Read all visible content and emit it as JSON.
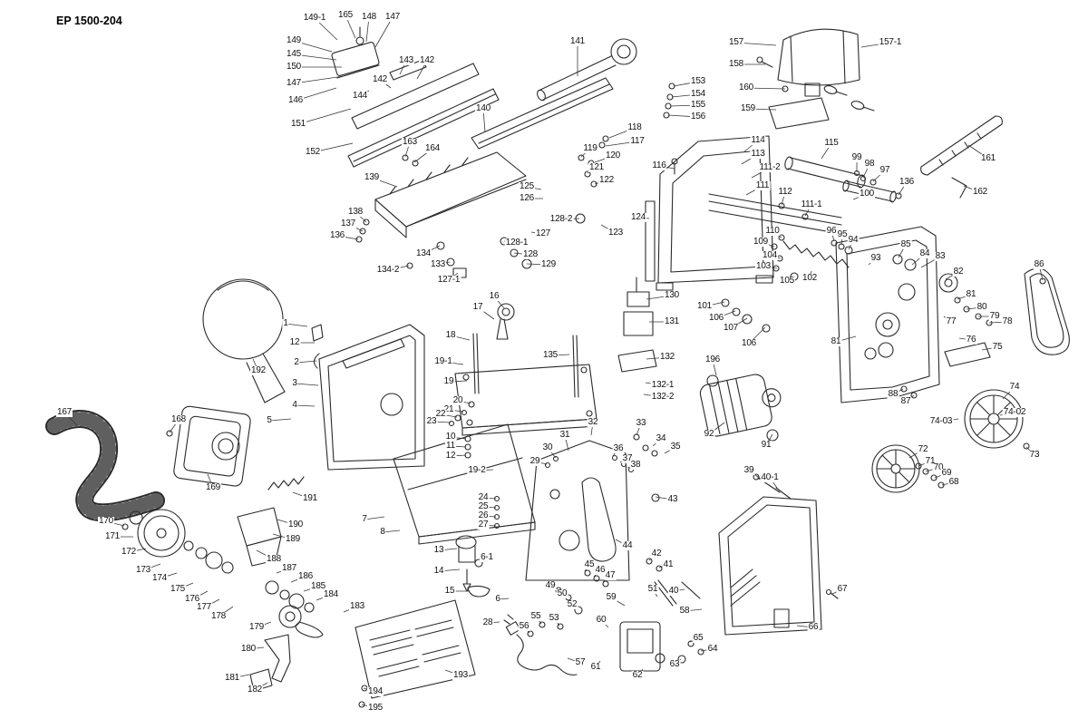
{
  "title": "EP 1500-204",
  "colors": {
    "ink": "#1a1a1a",
    "background": "#ffffff"
  },
  "diagram": {
    "label_columns": [
      "part_number",
      "x",
      "y",
      "leader_x",
      "leader_y"
    ],
    "labels": [
      [
        "149-1",
        347,
        20,
        372,
        44
      ],
      [
        "165",
        381,
        17,
        392,
        42
      ],
      [
        "148",
        407,
        19,
        404,
        46
      ],
      [
        "147",
        433,
        19,
        414,
        52
      ],
      [
        "149",
        324,
        45,
        366,
        57
      ],
      [
        "145",
        324,
        60,
        371,
        66
      ],
      [
        "150",
        324,
        74,
        377,
        74
      ],
      [
        "147",
        324,
        92,
        379,
        84
      ],
      [
        "146",
        326,
        111,
        371,
        97
      ],
      [
        "143",
        448,
        67,
        441,
        82
      ],
      [
        "142",
        471,
        67,
        460,
        87
      ],
      [
        "142",
        419,
        88,
        431,
        97
      ],
      [
        "144",
        397,
        106,
        407,
        100
      ],
      [
        "151",
        329,
        137,
        387,
        120
      ],
      [
        "152",
        345,
        168,
        389,
        158
      ],
      [
        "163",
        452,
        157,
        447,
        173
      ],
      [
        "164",
        477,
        164,
        457,
        179
      ],
      [
        "139",
        410,
        196,
        438,
        206
      ],
      [
        "141",
        637,
        46,
        637,
        84
      ],
      [
        "140",
        533,
        120,
        535,
        146
      ],
      [
        "118",
        700,
        141,
        672,
        152
      ],
      [
        "117",
        703,
        156,
        668,
        161
      ],
      [
        "119",
        651,
        164,
        641,
        173
      ],
      [
        "120",
        676,
        172,
        656,
        179
      ],
      [
        "121",
        658,
        185,
        648,
        191
      ],
      [
        "122",
        669,
        199,
        656,
        203
      ],
      [
        "125",
        581,
        206,
        597,
        209
      ],
      [
        "126",
        581,
        219,
        599,
        219
      ],
      [
        "128-2",
        619,
        242,
        639,
        241
      ],
      [
        "123",
        679,
        257,
        663,
        248
      ],
      [
        "127",
        599,
        258,
        586,
        256
      ],
      [
        "128-1",
        570,
        268,
        556,
        266
      ],
      [
        "128",
        585,
        281,
        567,
        279
      ],
      [
        "129",
        605,
        292,
        581,
        291
      ],
      [
        "138",
        392,
        234,
        404,
        245
      ],
      [
        "137",
        384,
        247,
        400,
        255
      ],
      [
        "136",
        372,
        260,
        395,
        264
      ],
      [
        "134",
        467,
        280,
        485,
        271
      ],
      [
        "134-2",
        428,
        298,
        451,
        293
      ],
      [
        "133",
        483,
        292,
        496,
        289
      ],
      [
        "127-1",
        495,
        309,
        505,
        301
      ],
      [
        "124",
        704,
        240,
        716,
        241
      ],
      [
        "153",
        770,
        90,
        743,
        95
      ],
      [
        "154",
        770,
        104,
        741,
        107
      ],
      [
        "155",
        770,
        116,
        739,
        117
      ],
      [
        "156",
        770,
        129,
        737,
        127
      ],
      [
        "157",
        812,
        47,
        856,
        50
      ],
      [
        "157-1",
        982,
        47,
        950,
        52
      ],
      [
        "158",
        812,
        71,
        844,
        71
      ],
      [
        "160",
        823,
        97,
        866,
        98
      ],
      [
        "159",
        825,
        120,
        856,
        121
      ],
      [
        "161",
        1090,
        175,
        1068,
        160
      ],
      [
        "162",
        1081,
        212,
        1063,
        205
      ],
      [
        "114",
        836,
        155,
        820,
        168
      ],
      [
        "115",
        917,
        158,
        906,
        175
      ],
      [
        "113",
        836,
        170,
        818,
        181
      ],
      [
        "111-2",
        849,
        185,
        829,
        196
      ],
      [
        "116",
        727,
        183,
        744,
        186
      ],
      [
        "111",
        841,
        205,
        823,
        215
      ],
      [
        "99",
        945,
        174,
        945,
        190
      ],
      [
        "98",
        959,
        181,
        952,
        196
      ],
      [
        "97",
        976,
        188,
        963,
        200
      ],
      [
        "100",
        956,
        214,
        941,
        220
      ],
      [
        "136",
        1000,
        201,
        991,
        215
      ],
      [
        "112",
        866,
        212,
        862,
        226
      ],
      [
        "111-1",
        895,
        226,
        888,
        238
      ],
      [
        "110",
        852,
        255,
        862,
        262
      ],
      [
        "109",
        839,
        267,
        854,
        272
      ],
      [
        "104",
        849,
        282,
        861,
        285
      ],
      [
        "103",
        842,
        294,
        857,
        296
      ],
      [
        "96",
        917,
        255,
        920,
        266
      ],
      [
        "95",
        929,
        259,
        928,
        270
      ],
      [
        "94",
        941,
        265,
        936,
        275
      ],
      [
        "93",
        966,
        285,
        958,
        292
      ],
      [
        "85",
        999,
        270,
        991,
        284
      ],
      [
        "84",
        1020,
        280,
        1006,
        292
      ],
      [
        "83",
        1037,
        283,
        1016,
        295
      ],
      [
        "82",
        1057,
        300,
        1043,
        308
      ],
      [
        "86",
        1146,
        292,
        1150,
        309
      ],
      [
        "105",
        868,
        310,
        877,
        305
      ],
      [
        "102",
        893,
        307,
        895,
        299
      ],
      [
        "101",
        777,
        338,
        799,
        333
      ],
      [
        "106",
        790,
        351,
        811,
        343
      ],
      [
        "107",
        806,
        362,
        824,
        351
      ],
      [
        "106",
        826,
        379,
        844,
        361
      ],
      [
        "81",
        1071,
        325,
        1056,
        330
      ],
      [
        "80",
        1083,
        339,
        1066,
        341
      ],
      [
        "79",
        1097,
        349,
        1079,
        349
      ],
      [
        "78",
        1111,
        355,
        1091,
        356
      ],
      [
        "77",
        1049,
        355,
        1041,
        349
      ],
      [
        "81",
        922,
        377,
        944,
        371
      ],
      [
        "76",
        1071,
        375,
        1058,
        373
      ],
      [
        "75",
        1100,
        383,
        1083,
        386
      ],
      [
        "130",
        741,
        326,
        713,
        330
      ],
      [
        "131",
        741,
        355,
        716,
        355
      ],
      [
        "16",
        545,
        327,
        556,
        340
      ],
      [
        "17",
        527,
        339,
        545,
        352
      ],
      [
        "18",
        497,
        370,
        518,
        375
      ],
      [
        "135",
        607,
        392,
        628,
        391
      ],
      [
        "132",
        736,
        394,
        713,
        396
      ],
      [
        "132-1",
        731,
        425,
        712,
        422
      ],
      [
        "132-2",
        731,
        438,
        710,
        435
      ],
      [
        "196",
        786,
        397,
        790,
        414
      ],
      [
        "92",
        782,
        479,
        799,
        466
      ],
      [
        "91",
        845,
        491,
        852,
        479
      ],
      [
        "88",
        985,
        435,
        996,
        429
      ],
      [
        "87",
        999,
        443,
        1008,
        436
      ],
      [
        "74",
        1119,
        427,
        1106,
        440
      ],
      [
        "74-03",
        1038,
        465,
        1057,
        462
      ],
      [
        "74-02",
        1119,
        455,
        1103,
        458
      ],
      [
        "73",
        1141,
        502,
        1132,
        493
      ],
      [
        "72",
        1018,
        496,
        1003,
        505
      ],
      [
        "71",
        1026,
        509,
        1013,
        514
      ],
      [
        "70",
        1035,
        516,
        1021,
        520
      ],
      [
        "69",
        1044,
        522,
        1031,
        527
      ],
      [
        "68",
        1052,
        532,
        1039,
        535
      ],
      [
        "1",
        315,
        357,
        339,
        360
      ],
      [
        "12",
        325,
        378,
        347,
        378
      ],
      [
        "2",
        327,
        400,
        349,
        398
      ],
      [
        "19-1",
        489,
        399,
        511,
        402
      ],
      [
        "19",
        495,
        421,
        515,
        420
      ],
      [
        "3",
        325,
        423,
        351,
        425
      ],
      [
        "4",
        325,
        447,
        347,
        448
      ],
      [
        "5",
        297,
        464,
        321,
        462
      ],
      [
        "20",
        505,
        442,
        519,
        445
      ],
      [
        "21",
        495,
        452,
        511,
        454
      ],
      [
        "22",
        486,
        457,
        504,
        460
      ],
      [
        "23",
        476,
        465,
        497,
        466
      ],
      [
        "10",
        497,
        482,
        514,
        484
      ],
      [
        "11",
        497,
        492,
        514,
        493
      ],
      [
        "12",
        497,
        503,
        514,
        502
      ],
      [
        "19-2",
        526,
        519,
        544,
        518
      ],
      [
        "29",
        590,
        509,
        603,
        512
      ],
      [
        "30",
        604,
        494,
        613,
        505
      ],
      [
        "31",
        623,
        480,
        627,
        497
      ],
      [
        "32",
        654,
        466,
        652,
        480
      ],
      [
        "33",
        707,
        467,
        702,
        480
      ],
      [
        "34",
        729,
        484,
        720,
        492
      ],
      [
        "35",
        745,
        493,
        733,
        500
      ],
      [
        "36",
        682,
        495,
        676,
        503
      ],
      [
        "37",
        692,
        506,
        684,
        510
      ],
      [
        "38",
        701,
        513,
        692,
        516
      ],
      [
        "43",
        742,
        551,
        723,
        548
      ],
      [
        "39",
        826,
        519,
        839,
        528
      ],
      [
        "40-1",
        849,
        527,
        857,
        538
      ],
      [
        "24",
        533,
        549,
        547,
        550
      ],
      [
        "25",
        533,
        559,
        547,
        560
      ],
      [
        "26",
        533,
        569,
        547,
        570
      ],
      [
        "27",
        533,
        579,
        547,
        580
      ],
      [
        "7",
        402,
        573,
        424,
        570
      ],
      [
        "8",
        422,
        587,
        441,
        585
      ],
      [
        "44",
        692,
        602,
        679,
        595
      ],
      [
        "42",
        724,
        611,
        716,
        618
      ],
      [
        "41",
        737,
        623,
        727,
        626
      ],
      [
        "45",
        650,
        623,
        645,
        630
      ],
      [
        "46",
        662,
        629,
        655,
        636
      ],
      [
        "47",
        673,
        635,
        665,
        642
      ],
      [
        "13",
        484,
        607,
        504,
        605
      ],
      [
        "14",
        484,
        630,
        507,
        628
      ],
      [
        "6-1",
        537,
        615,
        529,
        620
      ],
      [
        "15",
        496,
        652,
        517,
        652
      ],
      [
        "49",
        607,
        646,
        615,
        650
      ],
      [
        "50",
        620,
        655,
        627,
        658
      ],
      [
        "6",
        549,
        661,
        561,
        660
      ],
      [
        "52",
        631,
        667,
        637,
        672
      ],
      [
        "28",
        538,
        687,
        551,
        686
      ],
      [
        "55",
        591,
        680,
        597,
        688
      ],
      [
        "53",
        611,
        682,
        617,
        690
      ],
      [
        "56",
        578,
        691,
        584,
        698
      ],
      [
        "59",
        674,
        659,
        689,
        668
      ],
      [
        "60",
        663,
        684,
        671,
        692
      ],
      [
        "51",
        720,
        650,
        725,
        658
      ],
      [
        "40",
        743,
        652,
        755,
        650
      ],
      [
        "58",
        755,
        674,
        774,
        672
      ],
      [
        "67",
        929,
        650,
        918,
        655
      ],
      [
        "66",
        897,
        692,
        879,
        690
      ],
      [
        "65",
        770,
        704,
        761,
        708
      ],
      [
        "64",
        786,
        716,
        773,
        718
      ],
      [
        "57",
        640,
        731,
        626,
        726
      ],
      [
        "61",
        657,
        736,
        662,
        729
      ],
      [
        "62",
        703,
        745,
        709,
        738
      ],
      [
        "63",
        744,
        733,
        751,
        727
      ],
      [
        "167",
        71,
        455,
        85,
        469
      ],
      [
        "168",
        197,
        463,
        187,
        477
      ],
      [
        "192",
        285,
        409,
        279,
        396
      ],
      [
        "169",
        235,
        538,
        229,
        523
      ],
      [
        "191",
        342,
        550,
        323,
        543
      ],
      [
        "190",
        326,
        579,
        306,
        573
      ],
      [
        "189",
        323,
        595,
        301,
        589
      ],
      [
        "188",
        302,
        617,
        283,
        607
      ],
      [
        "170",
        117,
        575,
        137,
        580
      ],
      [
        "171",
        124,
        592,
        147,
        592
      ],
      [
        "172",
        142,
        609,
        161,
        605
      ],
      [
        "173",
        158,
        629,
        177,
        622
      ],
      [
        "174",
        176,
        638,
        195,
        632
      ],
      [
        "175",
        196,
        650,
        213,
        643
      ],
      [
        "176",
        212,
        661,
        229,
        652
      ],
      [
        "177",
        225,
        670,
        242,
        661
      ],
      [
        "178",
        241,
        680,
        257,
        669
      ],
      [
        "187",
        319,
        627,
        305,
        632
      ],
      [
        "186",
        337,
        636,
        321,
        642
      ],
      [
        "185",
        351,
        647,
        335,
        652
      ],
      [
        "184",
        365,
        656,
        349,
        662
      ],
      [
        "179",
        283,
        692,
        299,
        686
      ],
      [
        "183",
        394,
        669,
        379,
        675
      ],
      [
        "180",
        274,
        716,
        291,
        714
      ],
      [
        "181",
        256,
        748,
        275,
        744
      ],
      [
        "182",
        281,
        761,
        295,
        753
      ],
      [
        "193",
        508,
        745,
        491,
        739
      ],
      [
        "194",
        414,
        763,
        401,
        759
      ],
      [
        "195",
        414,
        781,
        399,
        777
      ]
    ]
  }
}
